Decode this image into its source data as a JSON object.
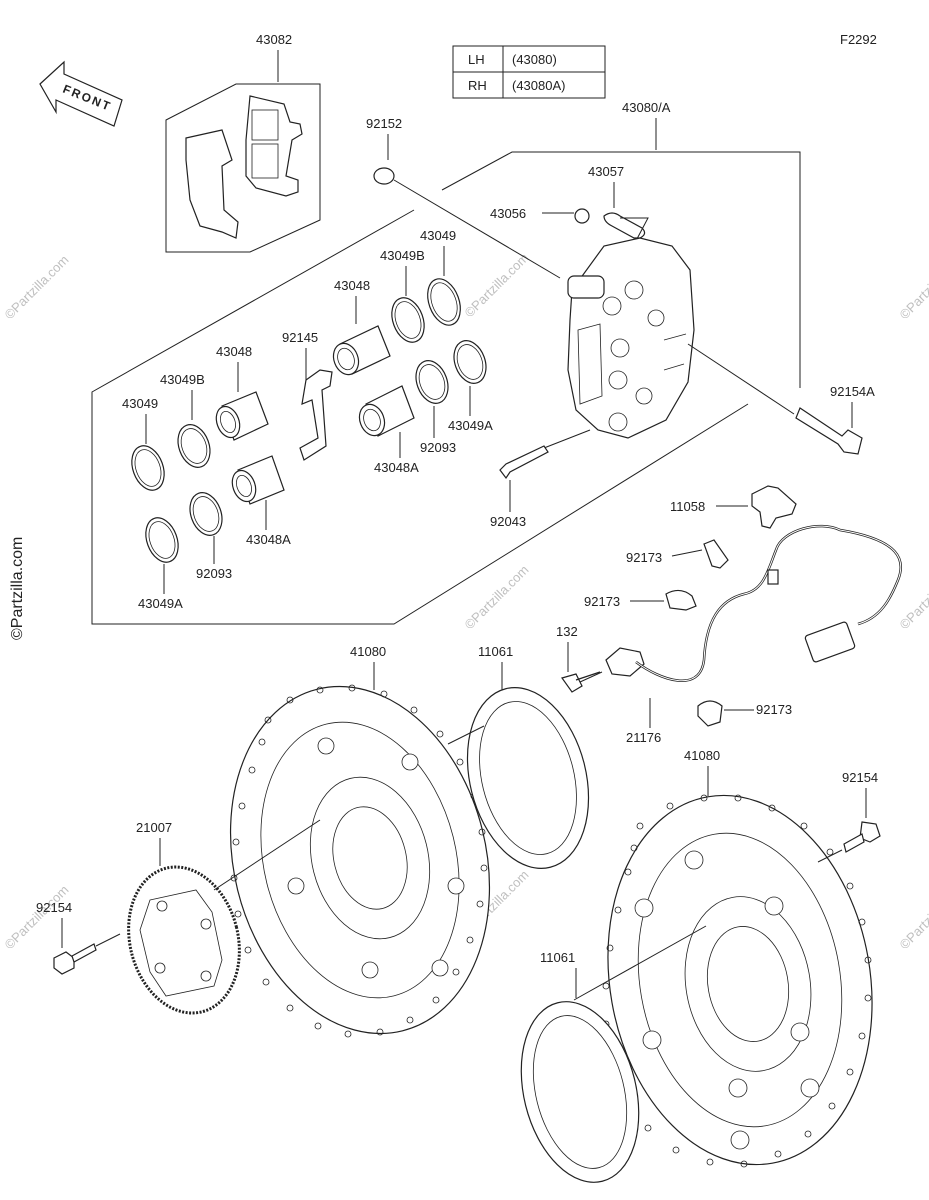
{
  "diagram_code": "F2292",
  "variant_table": {
    "rows": [
      {
        "side": "LH",
        "part": "(43080)"
      },
      {
        "side": "RH",
        "part": "(43080A)"
      }
    ]
  },
  "front_arrow": "FRONT",
  "watermark": "©Partzilla.com",
  "labels": {
    "l43082": "43082",
    "l43080A": "43080/A",
    "l92152": "92152",
    "l43057": "43057",
    "l43056": "43056",
    "l43049_top": "43049",
    "l43049B_top": "43049B",
    "l43048_top": "43048",
    "l92145": "92145",
    "l43048_left": "43048",
    "l43049B_left": "43049B",
    "l43049_left": "43049",
    "l92154A": "92154A",
    "l43049A_right": "43049A",
    "l92093_right": "92093",
    "l43048A_right": "43048A",
    "l92043": "92043",
    "l43048A_left": "43048A",
    "l92093_left": "92093",
    "l43049A_left": "43049A",
    "l11058": "11058",
    "l92173_a": "92173",
    "l92173_b": "92173",
    "l132": "132",
    "l92173_c": "92173",
    "l21176": "21176",
    "l41080_left": "41080",
    "l11061_top": "11061",
    "l41080_right": "41080",
    "l92154_right": "92154",
    "l21007": "21007",
    "l92154_left": "92154",
    "l11061_bottom": "11061"
  }
}
